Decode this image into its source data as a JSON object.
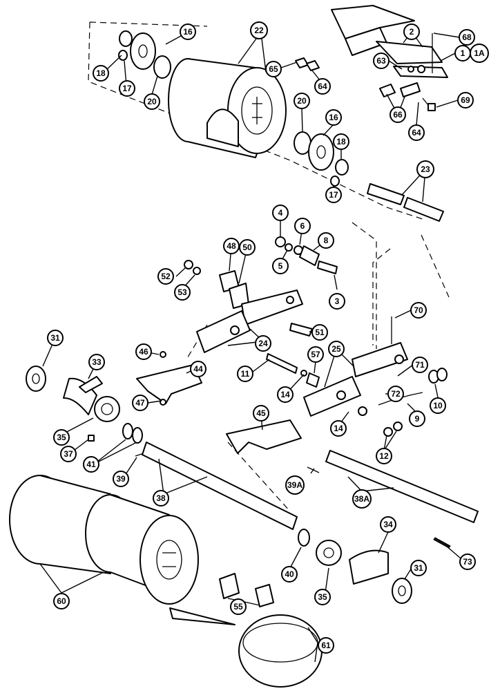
{
  "callouts": [
    {
      "id": "c68",
      "label": "68"
    },
    {
      "id": "c2",
      "label": "2"
    },
    {
      "id": "c1",
      "label": "1"
    },
    {
      "id": "c1a",
      "label": "1A"
    },
    {
      "id": "c63",
      "label": "63"
    },
    {
      "id": "c69",
      "label": "69"
    },
    {
      "id": "c64a",
      "label": "64"
    },
    {
      "id": "c66",
      "label": "66"
    },
    {
      "id": "c16a",
      "label": "16"
    },
    {
      "id": "c22",
      "label": "22"
    },
    {
      "id": "c65",
      "label": "65"
    },
    {
      "id": "c64b",
      "label": "64"
    },
    {
      "id": "c18a",
      "label": "18"
    },
    {
      "id": "c17a",
      "label": "17"
    },
    {
      "id": "c20a",
      "label": "20"
    },
    {
      "id": "c20b",
      "label": "20"
    },
    {
      "id": "c16b",
      "label": "16"
    },
    {
      "id": "c18b",
      "label": "18"
    },
    {
      "id": "c17b",
      "label": "17"
    },
    {
      "id": "c23",
      "label": "23"
    },
    {
      "id": "c4",
      "label": "4"
    },
    {
      "id": "c6",
      "label": "6"
    },
    {
      "id": "c8",
      "label": "8"
    },
    {
      "id": "c5",
      "label": "5"
    },
    {
      "id": "c3",
      "label": "3"
    },
    {
      "id": "c48",
      "label": "48"
    },
    {
      "id": "c50",
      "label": "50"
    },
    {
      "id": "c52",
      "label": "52"
    },
    {
      "id": "c53",
      "label": "53"
    },
    {
      "id": "c70",
      "label": "70"
    },
    {
      "id": "c51",
      "label": "51"
    },
    {
      "id": "c24",
      "label": "24"
    },
    {
      "id": "c25",
      "label": "25"
    },
    {
      "id": "c31a",
      "label": "31"
    },
    {
      "id": "c33",
      "label": "33"
    },
    {
      "id": "c46",
      "label": "46"
    },
    {
      "id": "c44",
      "label": "44"
    },
    {
      "id": "c11",
      "label": "11"
    },
    {
      "id": "c57",
      "label": "57"
    },
    {
      "id": "c71",
      "label": "71"
    },
    {
      "id": "c72",
      "label": "72"
    },
    {
      "id": "c10",
      "label": "10"
    },
    {
      "id": "c14a",
      "label": "14"
    },
    {
      "id": "c9",
      "label": "9"
    },
    {
      "id": "c47",
      "label": "47"
    },
    {
      "id": "c45",
      "label": "45"
    },
    {
      "id": "c14b",
      "label": "14"
    },
    {
      "id": "c35a",
      "label": "35"
    },
    {
      "id": "c37",
      "label": "37"
    },
    {
      "id": "c41",
      "label": "41"
    },
    {
      "id": "c12",
      "label": "12"
    },
    {
      "id": "c39",
      "label": "39"
    },
    {
      "id": "c39a",
      "label": "39A"
    },
    {
      "id": "c38",
      "label": "38"
    },
    {
      "id": "c38a",
      "label": "38A"
    },
    {
      "id": "c34",
      "label": "34"
    },
    {
      "id": "c73",
      "label": "73"
    },
    {
      "id": "c40",
      "label": "40"
    },
    {
      "id": "c31b",
      "label": "31"
    },
    {
      "id": "c35b",
      "label": "35"
    },
    {
      "id": "c60",
      "label": "60"
    },
    {
      "id": "c55",
      "label": "55"
    },
    {
      "id": "c61",
      "label": "61"
    }
  ]
}
